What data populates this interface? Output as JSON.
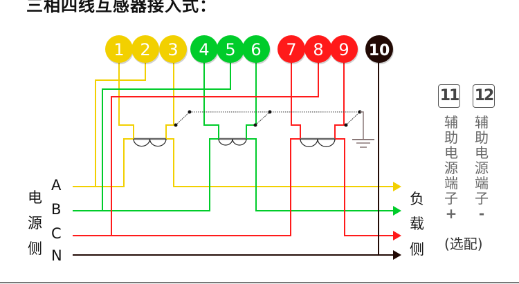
{
  "title": "三相四线互感器接入式：",
  "colors": {
    "phase_a": "#f2d000",
    "phase_b": "#00cc2a",
    "phase_c": "#ff1a1a",
    "neutral": "#220a05"
  },
  "terminals": [
    {
      "label": "1",
      "color": "#f2d000"
    },
    {
      "label": "2",
      "color": "#f2d000"
    },
    {
      "label": "3",
      "color": "#f2d000"
    },
    {
      "label": "4",
      "color": "#00cc2a"
    },
    {
      "label": "5",
      "color": "#00cc2a"
    },
    {
      "label": "6",
      "color": "#00cc2a"
    },
    {
      "label": "7",
      "color": "#ff1a1a"
    },
    {
      "label": "8",
      "color": "#ff1a1a"
    },
    {
      "label": "9",
      "color": "#ff1a1a"
    },
    {
      "label": "10",
      "color": "#220a05"
    }
  ],
  "source_side": [
    "电",
    "源",
    "侧"
  ],
  "phases": [
    "A",
    "B",
    "C",
    "N"
  ],
  "load_side": [
    "负",
    "载",
    "侧"
  ],
  "aux": {
    "t11": "11",
    "t12": "12",
    "t11_text": [
      "辅",
      "助",
      "电",
      "源",
      "端",
      "子",
      "+"
    ],
    "t12_text": [
      "辅",
      "助",
      "电",
      "源",
      "端",
      "子",
      "-"
    ],
    "optional": "(选配)"
  }
}
